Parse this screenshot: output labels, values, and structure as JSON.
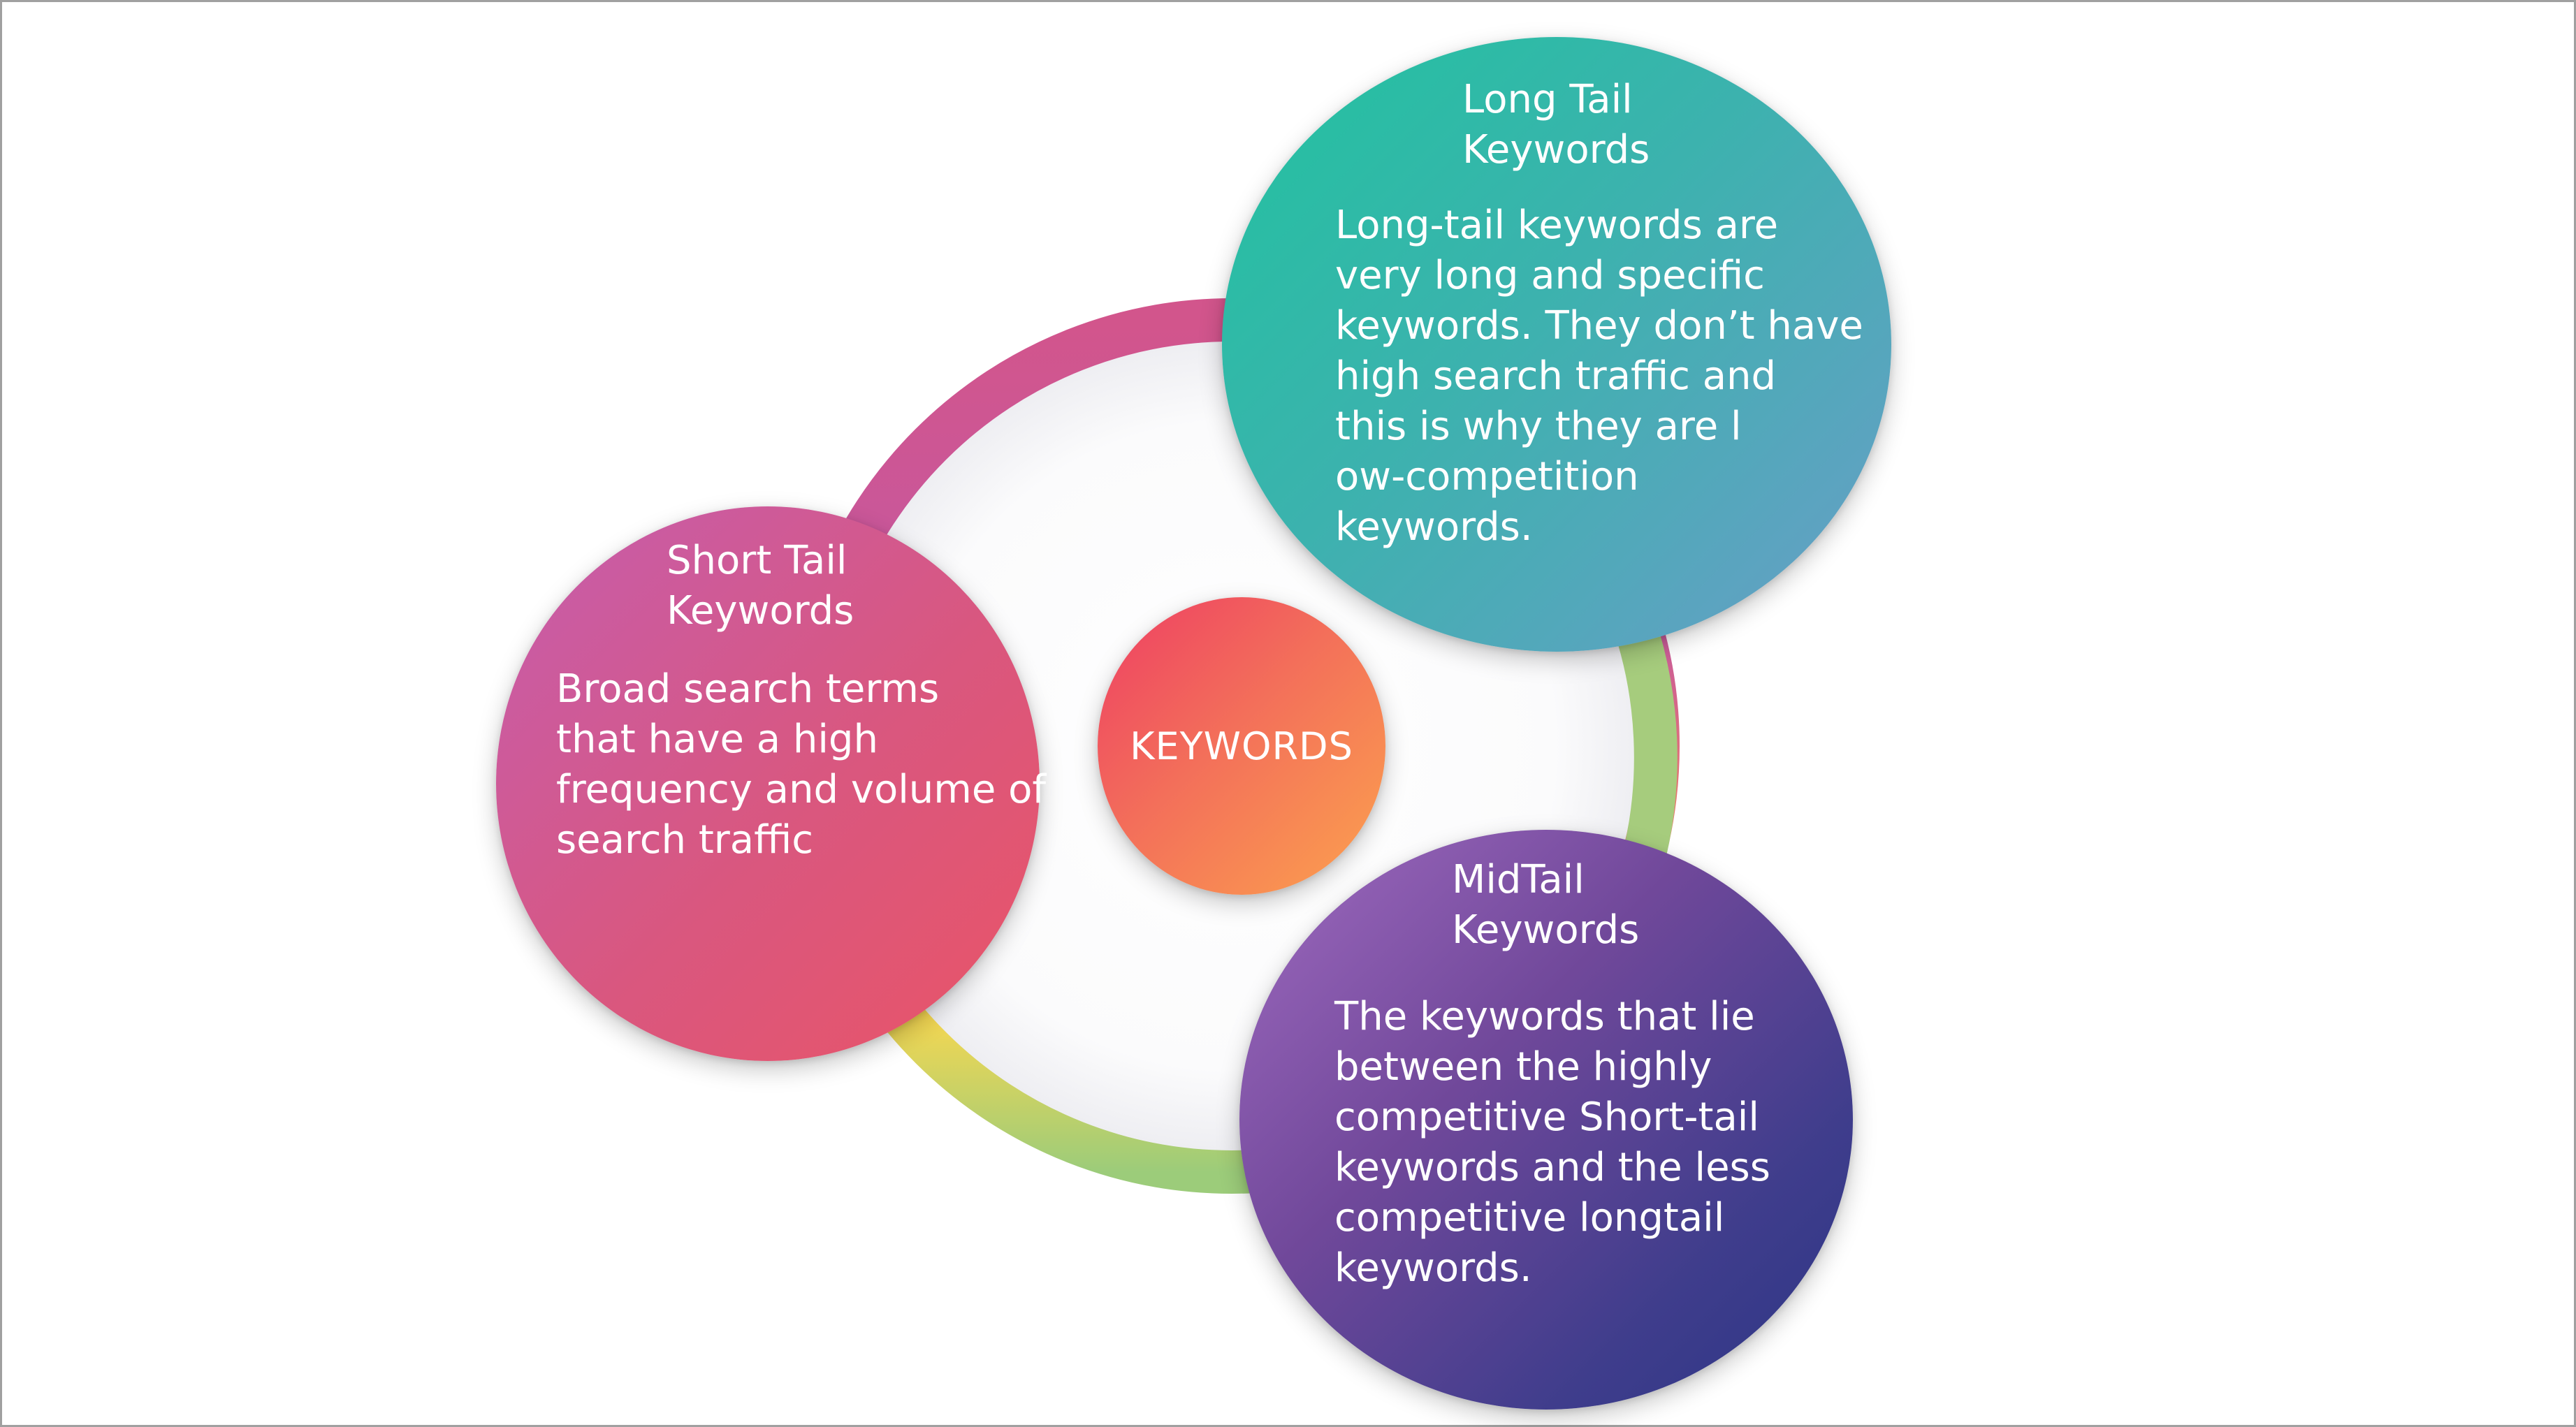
{
  "center": {
    "label": "KEYWORDS"
  },
  "nodes": {
    "long_tail": {
      "title": "Long Tail\nKeywords",
      "description": "Long-tail keywords are\nvery long and specific\nkeywords. They don’t have\nhigh search traffic and\nthis is why they are l\now-competition\nkeywords."
    },
    "short_tail": {
      "title": "Short Tail\nKeywords",
      "description": "Broad search terms\nthat have a high\nfrequency and volume of\nsearch traffic"
    },
    "mid_tail": {
      "title": "MidTail\nKeywords",
      "description": "The keywords that lie\nbetween the highly\ncompetitive Short-tail\nkeywords and the less\ncompetitive longtail\nkeywords."
    }
  },
  "colors": {
    "ring_pink": "#d2558c",
    "ring_orange": "#f6a04a",
    "ring_yellow": "#fdd84e",
    "ring_green": "#9ccc7a",
    "short_tail": "#dd5a7c",
    "long_tail": "#3cb2ae",
    "mid_tail": "#5a4596",
    "center": "#f36f5a"
  }
}
